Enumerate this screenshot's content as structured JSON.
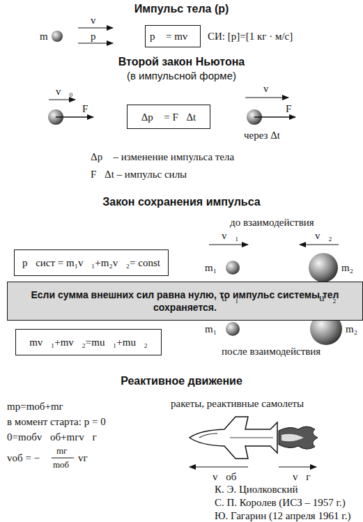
{
  "diagram": {
    "nodes": [
      {
        "text": [
          "p⃗ = mv⃗"
        ]
      },
      {
        "text": [
          "Δp⃗ = F⃗Δt"
        ]
      },
      {
        "text": [
          "p⃗сист = m₁v⃗₁+m₂v⃗₂= const"
        ]
      },
      {
        "text": [
          "Если сумма внешних сил равна нулю, то импульс системы тел сохраняется."
        ]
      },
      {
        "text": [
          "mv⃗₁+mv⃗₂=mu⃗₁+mu⃗₂"
        ]
      }
    ],
    "labels": [
      "Импульс тела (p)",
      "m",
      "v⃗",
      "p⃗",
      "СИ: [p]=[1 кг · м/с]",
      "Второй закон Ньютона",
      "(в импульсной форме)",
      "v⃗₀",
      "F⃗",
      "v⃗",
      "F⃗",
      "через Δt",
      "Δp⃗ – изменение импульса тела",
      "F⃗Δt – импульс силы",
      "Закон сохранения импульса",
      "до взаимодействия",
      "v⃗₁",
      "v⃗₂",
      "m₁",
      "m₂",
      "u⃗₁",
      "u⃗₂",
      "m₁",
      "m₂",
      "после взаимодействия",
      "Реактивное движение",
      "mр=mоб+mг",
      "в момент старта: p = 0",
      "0=mобv⃗об+mгv⃗г",
      "vоб = −",
      "mг",
      "mоб",
      "vг",
      "ракеты, реактивные самолеты",
      "v⃗об",
      "v⃗г",
      "К. Э. Циолковский",
      "С. П. Королев (ИСЗ – 1957 г.)",
      "Ю. Гагарин (12 апреля 1961 г.)"
    ]
  }
}
